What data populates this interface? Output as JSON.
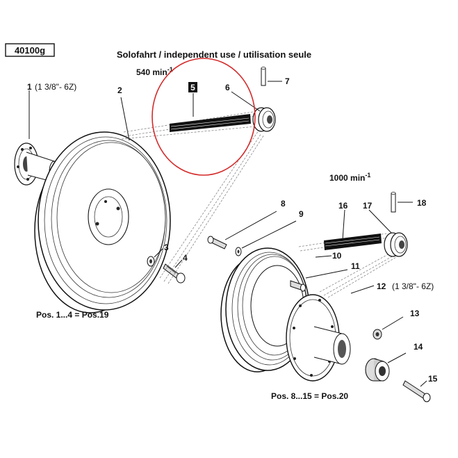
{
  "doc": {
    "code": "40100g",
    "title": "Solofahrt / independent use / utilisation seule",
    "speed_540": "540 min",
    "speed_1000": "1000 min",
    "speed_exp": "-1",
    "note_a": "Pos. 1...4 = Pos.19",
    "note_b": "Pos. 8...15 = Pos.20"
  },
  "parts": {
    "p1": "1",
    "p1_spec": "(1 3/8\"- 6Z)",
    "p2": "2",
    "p3": "3",
    "p4": "4",
    "p5": "5",
    "p6": "6",
    "p7": "7",
    "p8": "8",
    "p9": "9",
    "p10": "10",
    "p11": "11",
    "p12": "12",
    "p12_spec": "(1 3/8\"- 6Z)",
    "p13": "13",
    "p14": "14",
    "p15": "15",
    "p16": "16",
    "p17": "17",
    "p18": "18"
  },
  "colors": {
    "highlight": "#d42a2a"
  }
}
